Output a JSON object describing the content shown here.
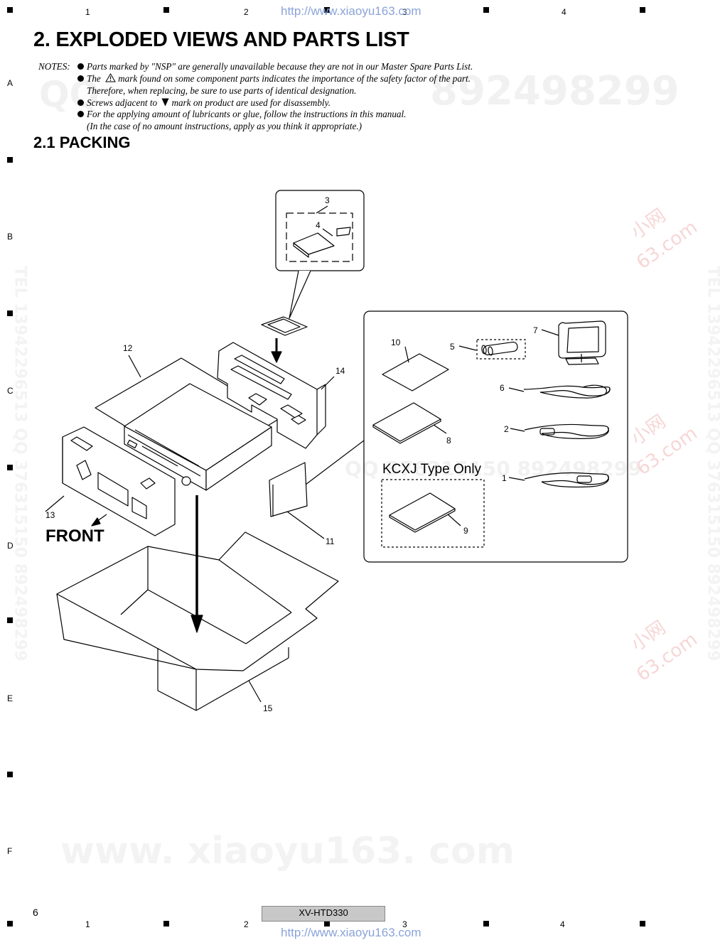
{
  "header": {
    "url": "http://www.xiaoyu163.com",
    "column_numbers": [
      "1",
      "2",
      "3",
      "4"
    ],
    "row_letters": [
      "A",
      "B",
      "C",
      "D",
      "E",
      "F"
    ]
  },
  "page": {
    "title": "2. EXPLODED VIEWS AND PARTS LIST",
    "notes_label": "NOTES:",
    "notes": [
      "Parts marked by \"NSP\" are generally unavailable because they are not in our Master Spare Parts List.",
      "The",
      "mark found on some component parts indicates the importance of the safety factor of the part.",
      "Therefore, when replacing, be sure to use parts of identical designation.",
      "Screws adjacent to",
      "mark on product are used for disassembly.",
      "For the applying amount of lubricants or glue, follow the instructions in this manual.",
      "(In the case of no amount instructions, apply as you think it appropriate.)"
    ],
    "section_title": "2.1  PACKING"
  },
  "diagram": {
    "callouts": [
      "1",
      "2",
      "3",
      "4",
      "5",
      "6",
      "7",
      "8",
      "9",
      "10",
      "11",
      "12",
      "13",
      "14",
      "15"
    ],
    "front_label": "FRONT",
    "kcxj_label": "KCXJ Type Only"
  },
  "watermarks": {
    "qq_top": "QQ",
    "number_top": "892498299",
    "mid": "QQ  376315150  892498299",
    "side_left": "TEL 13942296513  QQ 376315150  892498299",
    "side_right": "TEL 13942296513  QQ 376315150  892498299",
    "bottom": "www. xiaoyu163. com",
    "red1": "小网",
    "red2": "63.com"
  },
  "footer": {
    "page_number": "6",
    "model": "XV-HTD330",
    "url": "http://www.xiaoyu163.com"
  }
}
